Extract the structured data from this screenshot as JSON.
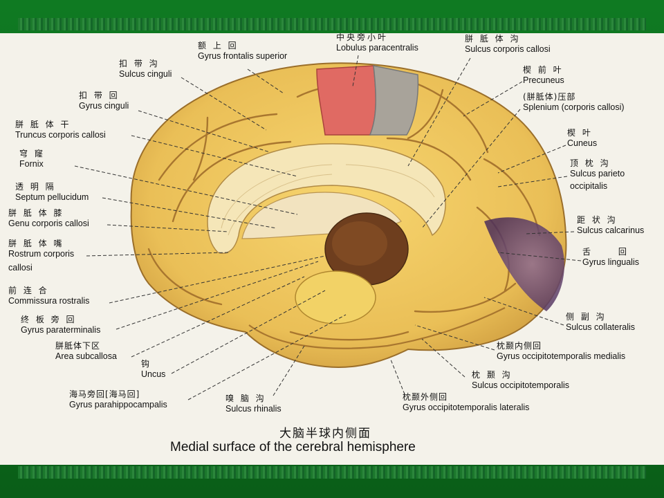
{
  "labels": {
    "gyrus_frontalis_superior": {
      "zh": "额 上 回",
      "en": "Gyrus frontalis superior"
    },
    "lobulus_paracentralis": {
      "zh": "中央旁小叶",
      "en": "Lobulus paracentralis"
    },
    "sulcus_corporis_callosi": {
      "zh": "胼 胝 体 沟",
      "en": "Sulcus corporis callosi"
    },
    "sulcus_cinguli": {
      "zh": "扣 带 沟",
      "en": "Sulcus cinguli"
    },
    "precuneus": {
      "zh": "楔 前 叶",
      "en": "Precuneus"
    },
    "gyrus_cinguli": {
      "zh": "扣 带 回",
      "en": "Gyrus cinguli"
    },
    "splenium": {
      "zh": "(胼胝体)压部",
      "en": "Splenium (corporis callosi)"
    },
    "truncus_corporis_callosi": {
      "zh": "胼 胝 体 干",
      "en": "Truncus corporis callosi"
    },
    "cuneus": {
      "zh": "楔 叶",
      "en": "Cuneus"
    },
    "fornix": {
      "zh": "穹 窿",
      "en": "Fornix"
    },
    "sulcus_parieto_occipitalis": {
      "zh": "顶 枕 沟",
      "en1": "Sulcus parieto",
      "en2": "occipitalis"
    },
    "septum_pellucidum": {
      "zh": "透 明 隔",
      "en": "Septum pellucidum"
    },
    "genu_corporis_callosi": {
      "zh": "胼 胝 体 膝",
      "en": "Genu corporis callosi"
    },
    "sulcus_calcarinus": {
      "zh": "距 状 沟",
      "en": "Sulcus calcarinus"
    },
    "rostrum_corporis_callosi": {
      "zh": "胼 胝 体 嘴",
      "en1": "Rostrum corporis",
      "en2": "callosi"
    },
    "gyrus_lingualis": {
      "zh": "舌 回",
      "en": "Gyrus lingualis"
    },
    "commissura_rostralis": {
      "zh": "前 连 合",
      "en": "Commissura rostralis"
    },
    "sulcus_collateralis": {
      "zh": "侧 副 沟",
      "en": "Sulcus collateralis"
    },
    "gyrus_paraterminalis": {
      "zh": "终 板 旁 回",
      "en": "Gyrus paraterminalis"
    },
    "gyrus_ot_medialis": {
      "zh": "枕颞内侧回",
      "en": "Gyrus occipitotemporalis medialis"
    },
    "area_subcallosa": {
      "zh": "胼胝体下区",
      "en": "Area subcallosa"
    },
    "uncus": {
      "zh": "钩",
      "en": "Uncus"
    },
    "sulcus_occipitotemporalis": {
      "zh": "枕 颞 沟",
      "en": "Sulcus occipitotemporalis"
    },
    "gyrus_parahippocampalis": {
      "zh": "海马旁回[海马回]",
      "en": "Gyrus parahippocampalis"
    },
    "sulcus_rhinalis": {
      "zh": "嗅 脑 沟",
      "en": "Sulcus rhinalis"
    },
    "gyrus_ot_lateralis": {
      "zh": "枕颞外侧回",
      "en": "Gyrus occipitotemporalis lateralis"
    }
  },
  "caption": {
    "zh": "大脑半球内侧面",
    "en": "Medial surface of the cerebral hemisphere"
  },
  "colors": {
    "brain_yellow": "#f0c85a",
    "paracentral_pink": "#e06a63",
    "paracentral_gray": "#a8a39a",
    "occipital_purple": "#6b4a78"
  }
}
